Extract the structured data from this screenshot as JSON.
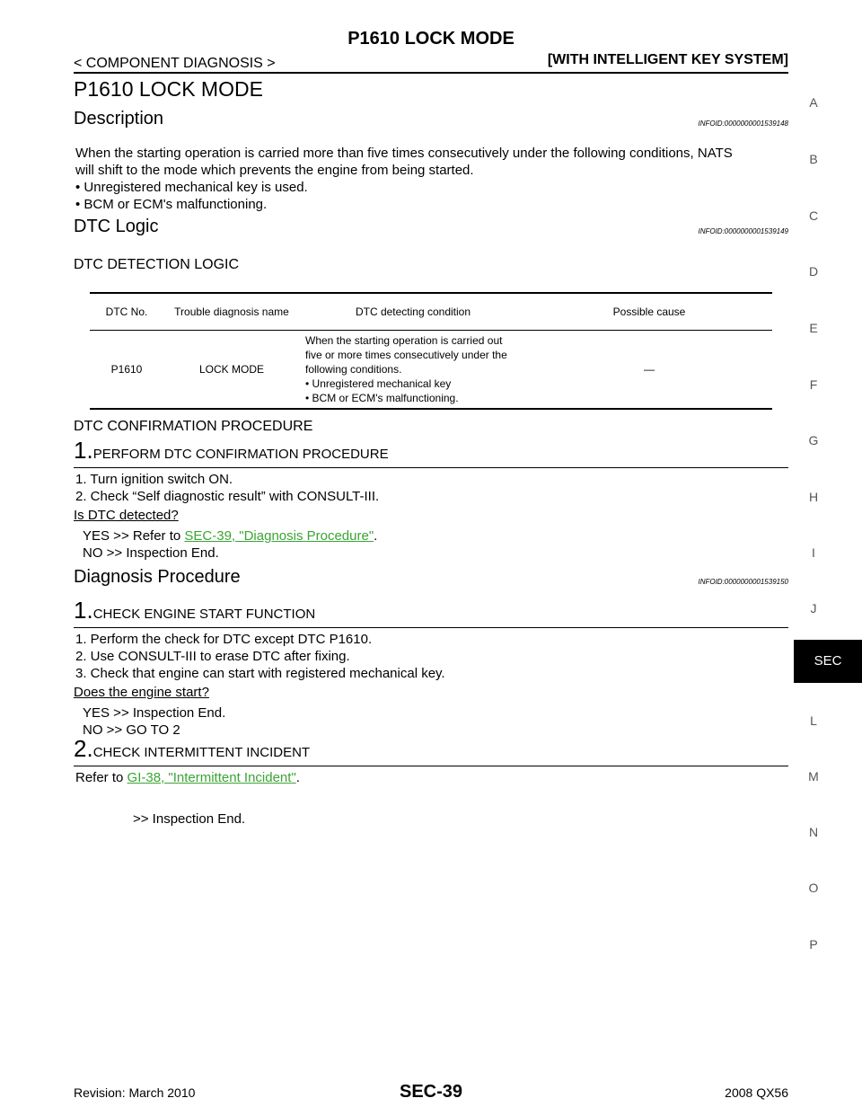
{
  "header": {
    "title": "P1610 LOCK MODE",
    "left": "< COMPONENT DIAGNOSIS >",
    "right": "[WITH INTELLIGENT KEY SYSTEM]"
  },
  "main_title": "P1610 LOCK MODE",
  "description": {
    "heading": "Description",
    "infoid": "INFOID:0000000001539148",
    "text1": "When the starting operation is carried more than five times consecutively under the following conditions, NATS",
    "text2": "will shift to the mode which prevents the engine from being started.",
    "bullets": [
      "• Unregistered mechanical key is used.",
      "• BCM or ECM's malfunctioning."
    ]
  },
  "dtc_logic": {
    "heading": "DTC Logic",
    "infoid": "INFOID:0000000001539149",
    "detection_heading": "DTC DETECTION LOGIC",
    "table": {
      "headers": [
        "DTC No.",
        "Trouble diagnosis name",
        "DTC detecting condition",
        "Possible cause"
      ],
      "row": {
        "dtc_no": "P1610",
        "name": "LOCK MODE",
        "condition_lines": [
          "When the starting operation is carried out",
          "five or more times consecutively under the",
          "following conditions.",
          "• Unregistered mechanical key",
          "• BCM or ECM's malfunctioning."
        ],
        "cause": "—"
      }
    },
    "confirmation_heading": "DTC CONFIRMATION PROCEDURE",
    "step": {
      "number": "1.",
      "title": "PERFORM DTC CONFIRMATION PROCEDURE"
    },
    "items": [
      "1.   Turn ignition switch ON.",
      "2.   Check “Self diagnostic result” with CONSULT-III."
    ],
    "question": "Is DTC detected?",
    "yes_prefix": "YES    >> Refer to ",
    "yes_link": "SEC-39, \"Diagnosis Procedure\"",
    "yes_suffix": ".",
    "no": "NO     >> Inspection End."
  },
  "diagnosis": {
    "heading": "Diagnosis Procedure",
    "infoid": "INFOID:0000000001539150",
    "step1": {
      "number": "1.",
      "title": "CHECK ENGINE START FUNCTION"
    },
    "items": [
      "1.   Perform the check for DTC except DTC P1610.",
      "2.   Use CONSULT-III to erase DTC after fixing.",
      "3.   Check that engine can start with registered mechanical key."
    ],
    "question": "Does the engine start?",
    "yes": "YES    >> Inspection End.",
    "no": "NO     >> GO TO 2",
    "step2": {
      "number": "2.",
      "title": "CHECK INTERMITTENT INCIDENT"
    },
    "refer_prefix": "Refer to ",
    "refer_link": "GI-38, \"Intermittent Incident\"",
    "refer_suffix": ".",
    "end": ">> Inspection End."
  },
  "side_index": [
    "A",
    "B",
    "C",
    "D",
    "E",
    "F",
    "G",
    "H",
    "I",
    "J",
    "SEC",
    "L",
    "M",
    "N",
    "O",
    "P"
  ],
  "footer": {
    "left": "Revision: March 2010",
    "center": "SEC-39",
    "right": "2008 QX56"
  },
  "colors": {
    "link": "#3aa534",
    "tab_bg": "#000000"
  }
}
